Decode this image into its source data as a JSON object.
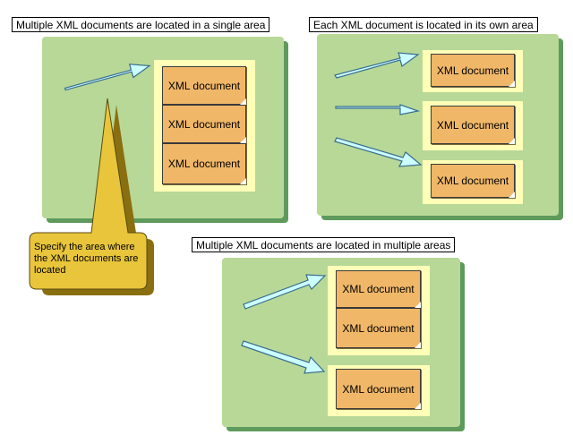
{
  "diagram": {
    "title_single_area": "Multiple XML documents are located in a single area",
    "title_own_area": "Each XML document is located in its own area",
    "title_multiple_areas": "Multiple XML documents are located in multiple areas",
    "doc_label": "XML document",
    "callout_text": "Specify the area where the XML documents are located"
  },
  "colors": {
    "panel": "#b8d897",
    "panel_shadow": "#5e9a5c",
    "doc_frame": "#ffffb8",
    "document": "#f0b768",
    "arrow_fill": "#ccffff",
    "callout_fill": "#e8c53a"
  }
}
